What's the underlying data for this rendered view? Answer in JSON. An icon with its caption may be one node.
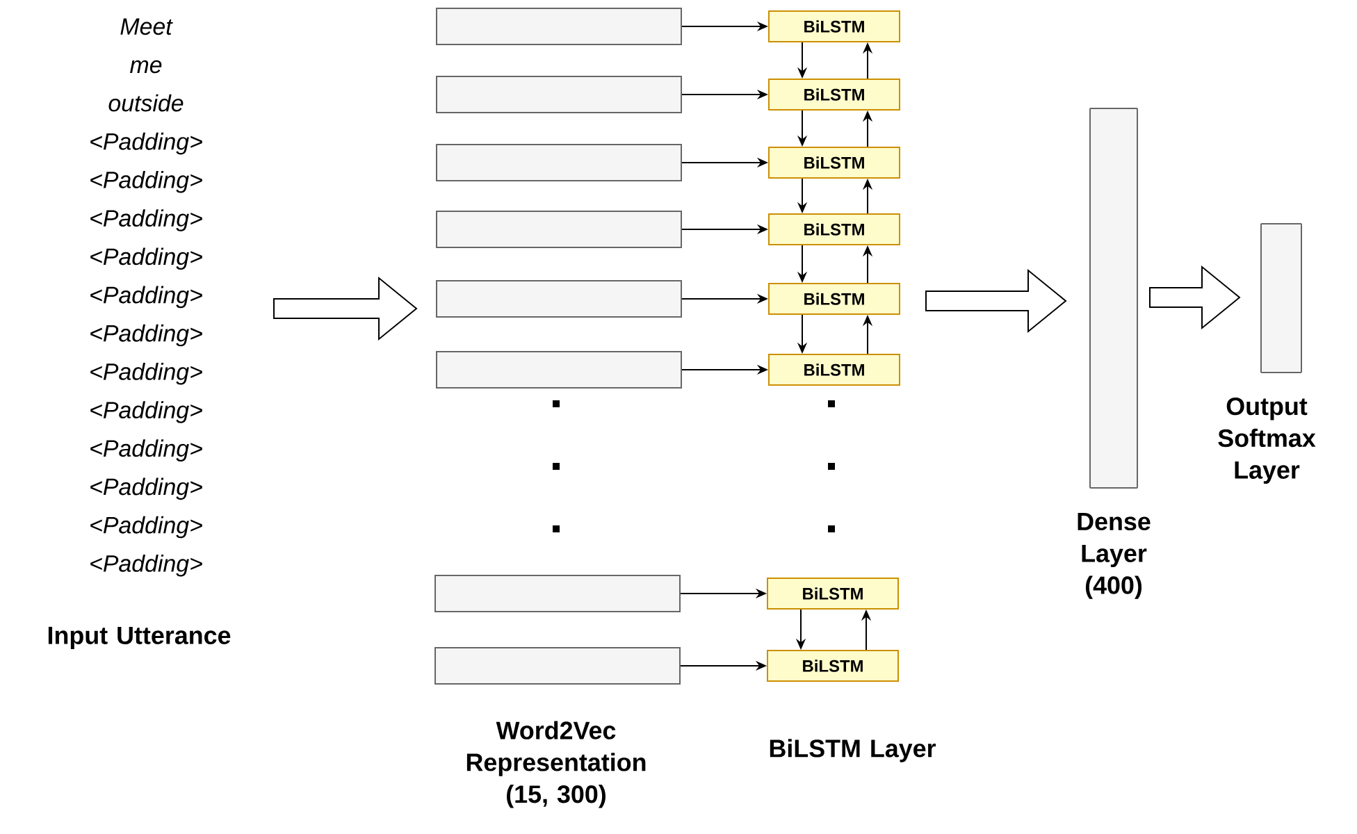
{
  "diagram": {
    "nodes": [
      {
        "text": [
          "Meet",
          "me",
          "outside",
          "<Padding>",
          "<Padding>",
          "<Padding>",
          "<Padding>",
          "<Padding>",
          "<Padding>",
          "<Padding>",
          "<Padding>",
          "<Padding>",
          "<Padding>",
          "<Padding>",
          "<Padding>"
        ],
        "beside": [
          "Input Utterance"
        ]
      },
      {
        "text": [],
        "shape": "box"
      },
      {
        "text": [],
        "shape": "box"
      },
      {
        "text": [],
        "shape": "box"
      },
      {
        "text": [],
        "shape": "box"
      },
      {
        "text": [],
        "shape": "box"
      },
      {
        "text": [],
        "shape": "box"
      },
      {
        "text": [],
        "shape": "box"
      },
      {
        "text": [],
        "shape": "box"
      },
      {
        "text": [
          "BiLSTM"
        ]
      },
      {
        "text": [
          "BiLSTM"
        ]
      },
      {
        "text": [
          "BiLSTM"
        ]
      },
      {
        "text": [
          "BiLSTM"
        ]
      },
      {
        "text": [
          "BiLSTM"
        ]
      },
      {
        "text": [
          "BiLSTM"
        ]
      },
      {
        "text": [
          "BiLSTM"
        ]
      },
      {
        "text": [
          "BiLSTM"
        ]
      },
      {
        "text": [],
        "shape": "bar",
        "beside": [
          "Dense Layer (400)"
        ]
      },
      {
        "text": [],
        "shape": "bar",
        "beside": [
          "Output Softmax Layer"
        ]
      }
    ],
    "edges": [
      {
        "from": 0,
        "to": 5,
        "arrow": "to",
        "style": "thick"
      },
      {
        "from": 1,
        "to": 9,
        "arrow": "to"
      },
      {
        "from": 2,
        "to": 10,
        "arrow": "to"
      },
      {
        "from": 3,
        "to": 11,
        "arrow": "to"
      },
      {
        "from": 4,
        "to": 12,
        "arrow": "to"
      },
      {
        "from": 5,
        "to": 13,
        "arrow": "to"
      },
      {
        "from": 6,
        "to": 14,
        "arrow": "to"
      },
      {
        "from": 7,
        "to": 15,
        "arrow": "to"
      },
      {
        "from": 8,
        "to": 16,
        "arrow": "to"
      },
      {
        "from": 9,
        "to": 10,
        "arrow": "to"
      },
      {
        "from": 10,
        "to": 9,
        "arrow": "to"
      },
      {
        "from": 10,
        "to": 11,
        "arrow": "to"
      },
      {
        "from": 11,
        "to": 10,
        "arrow": "to"
      },
      {
        "from": 11,
        "to": 12,
        "arrow": "to"
      },
      {
        "from": 12,
        "to": 11,
        "arrow": "to"
      },
      {
        "from": 12,
        "to": 13,
        "arrow": "to"
      },
      {
        "from": 13,
        "to": 12,
        "arrow": "to"
      },
      {
        "from": 13,
        "to": 14,
        "arrow": "to"
      },
      {
        "from": 14,
        "to": 13,
        "arrow": "to"
      },
      {
        "from": 15,
        "to": 16,
        "arrow": "to"
      },
      {
        "from": 16,
        "to": 15,
        "arrow": "to"
      },
      {
        "from": 13,
        "to": 17,
        "arrow": "to",
        "style": "thick"
      },
      {
        "from": 17,
        "to": 18,
        "arrow": "to",
        "style": "thick"
      }
    ],
    "labels": [
      "Word2Vec Representation (15, 300)",
      "BiLSTM Layer"
    ]
  }
}
